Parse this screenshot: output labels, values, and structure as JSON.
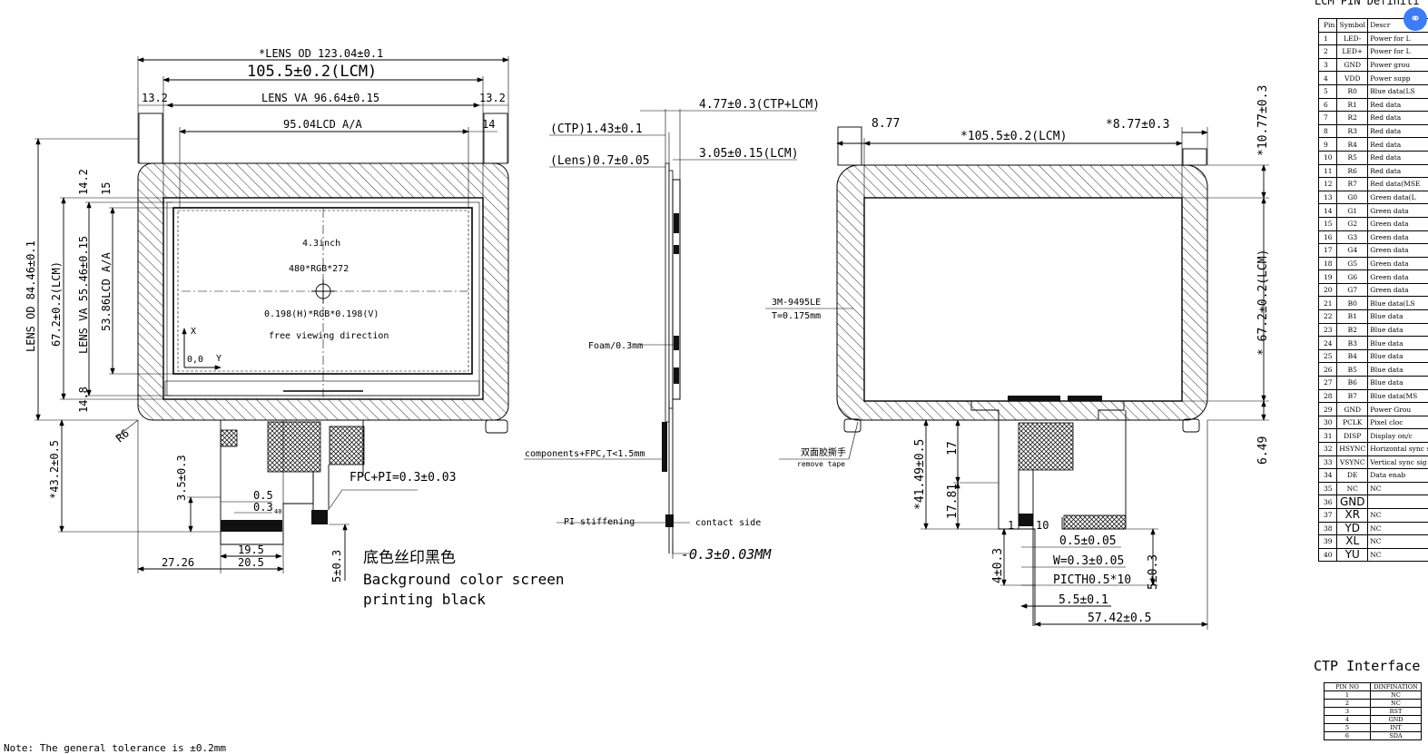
{
  "front_view": {
    "lens_od_width": "*LENS OD 123.04±0.1",
    "lcm_width": "105.5±0.2(LCM)",
    "margin_left": "13.2",
    "margin_right": "13.2",
    "lens_va_width": "LENS VA 96.64±0.15",
    "lcd_aa_width": "95.04LCD A/A",
    "aa_right_offset": "14",
    "lens_od_height": "LENS OD 84.46±0.1",
    "lcm_height": "67.2±0.2(LCM)",
    "lens_va_height": "LENS VA 55.46±0.15",
    "lcd_aa_height": "53.86LCD A/A",
    "top_margin_1": "14.2",
    "top_margin_2": "15",
    "bottom_margin": "14.8",
    "fpc_total": "*43.2±0.5",
    "radius": "R6",
    "fpc_stub": "3.5±0.3",
    "pitch_a": "0.5",
    "pitch_b": "0.3",
    "pitch_note": "40",
    "fpc_width_a": "19.5",
    "fpc_width_b": "20.5",
    "fpc_offset": "27.26",
    "fpc_thickness": "FPC+PI=0.3±0.03",
    "finger_len": "5±0.3",
    "screen_size": "4.3inch",
    "resolution": "480*RGB*272",
    "pixel_pitch": "0.198(H)*RGB*0.198(V)",
    "viewing": "free viewing direction",
    "axis_x": "X",
    "axis_origin": "0,0",
    "axis_y": "Y",
    "bg_print_cn": "底色丝印黑色",
    "bg_print_en_1": "Background color screen",
    "bg_print_en_2": "printing black"
  },
  "side_view": {
    "total_thickness": "4.77±0.3(CTP+LCM)",
    "ctp_thickness": "(CTP)1.43±0.1",
    "lcm_thickness": "3.05±0.15(LCM)",
    "lens_thickness": "(Lens)0.7±0.05",
    "foam": "Foam/0.3mm",
    "components": "components+FPC,T<1.5mm",
    "pi_stiffening": "PI stiffening",
    "contact_side": "contact side",
    "fpc_tail": "-0.3±0.03MM"
  },
  "back_view": {
    "left_offset": "8.77",
    "lcm_width": "*105.5±0.2(LCM)",
    "right_offset": "*8.77±0.3",
    "tape": "3M-9495LE",
    "tape_thickness": "T=0.175mm",
    "remove_tape_cn": "双面胶撕手",
    "remove_tape_en": "remove tape",
    "top_offset": "*10.77±0.3",
    "lcm_height": "* 67.2±0.2(LCM)",
    "bottom_offset": "6.49",
    "fpc_len": "*41.49±0.5",
    "dim_17": "17",
    "dim_1781": "17.81",
    "pin_1": "1",
    "pin_10": "10",
    "finger_pitch": "0.5±0.05",
    "finger_width": "W=0.3±0.05",
    "picth": "PICTH0.5*10",
    "finger_total": "5.5±0.1",
    "dim_4": "4±0.3",
    "dim_5": "5±0.3",
    "fpc_offset": "57.42±0.5"
  },
  "pin_table": {
    "title": "LCM PIN Definiti",
    "header": [
      "Pin",
      "Symbol",
      "Descr"
    ],
    "rows": [
      [
        "1",
        "LED-",
        "Power for L"
      ],
      [
        "2",
        "LED+",
        "Power for L"
      ],
      [
        "3",
        "GND",
        "Power grou"
      ],
      [
        "4",
        "VDD",
        "Power supp"
      ],
      [
        "5",
        "R0",
        "Blue data(LS"
      ],
      [
        "6",
        "R1",
        "Red data"
      ],
      [
        "7",
        "R2",
        "Red data"
      ],
      [
        "8",
        "R3",
        "Red data"
      ],
      [
        "9",
        "R4",
        "Red data"
      ],
      [
        "10",
        "R5",
        "Red data"
      ],
      [
        "11",
        "R6",
        "Red data"
      ],
      [
        "12",
        "R7",
        "Red data(MSE"
      ],
      [
        "13",
        "G0",
        "Green data(L"
      ],
      [
        "14",
        "G1",
        "Green data"
      ],
      [
        "15",
        "G2",
        "Green data"
      ],
      [
        "16",
        "G3",
        "Green data"
      ],
      [
        "17",
        "G4",
        "Green data"
      ],
      [
        "18",
        "G5",
        "Green data"
      ],
      [
        "19",
        "G6",
        "Green data"
      ],
      [
        "20",
        "G7",
        "Green data"
      ],
      [
        "21",
        "B0",
        "Blue data(LS"
      ],
      [
        "22",
        "B1",
        "Blue data"
      ],
      [
        "23",
        "B2",
        "Blue data"
      ],
      [
        "24",
        "B3",
        "Blue data"
      ],
      [
        "25",
        "B4",
        "Blue data"
      ],
      [
        "26",
        "B5",
        "Blue data"
      ],
      [
        "27",
        "B6",
        "Blue data"
      ],
      [
        "28",
        "B7",
        "Blue data(MS"
      ],
      [
        "29",
        "GND",
        "Power Grou"
      ],
      [
        "30",
        "PCLK",
        "Pixel cloc"
      ],
      [
        "31",
        "DISP",
        "Display on/c"
      ],
      [
        "32",
        "HSYNC",
        "Horizontal sync sig"
      ],
      [
        "33",
        "VSYNC",
        "Vertical sync sig"
      ],
      [
        "34",
        "DE",
        "Data enab"
      ],
      [
        "35",
        "NC",
        "NC"
      ],
      [
        "36",
        "GND",
        ""
      ],
      [
        "37",
        "XR",
        "NC"
      ],
      [
        "38",
        "YD",
        "NC"
      ],
      [
        "39",
        "XL",
        "NC"
      ],
      [
        "40",
        "YU",
        "NC"
      ]
    ]
  },
  "ctp_table": {
    "title": "CTP Interface",
    "header": [
      "PIN NO",
      "DINFINATION"
    ],
    "rows": [
      [
        "1",
        "NC"
      ],
      [
        "2",
        "NC"
      ],
      [
        "3",
        "RST"
      ],
      [
        "4",
        "GND"
      ],
      [
        "5",
        "INT"
      ],
      [
        "6",
        "SDA"
      ]
    ]
  },
  "note": "Note: The general tolerance is ±0.2mm",
  "colors": {
    "line": "#000000",
    "background": "#ffffff",
    "badge": "#3d7cf5"
  },
  "badge_icon": "link-icon"
}
